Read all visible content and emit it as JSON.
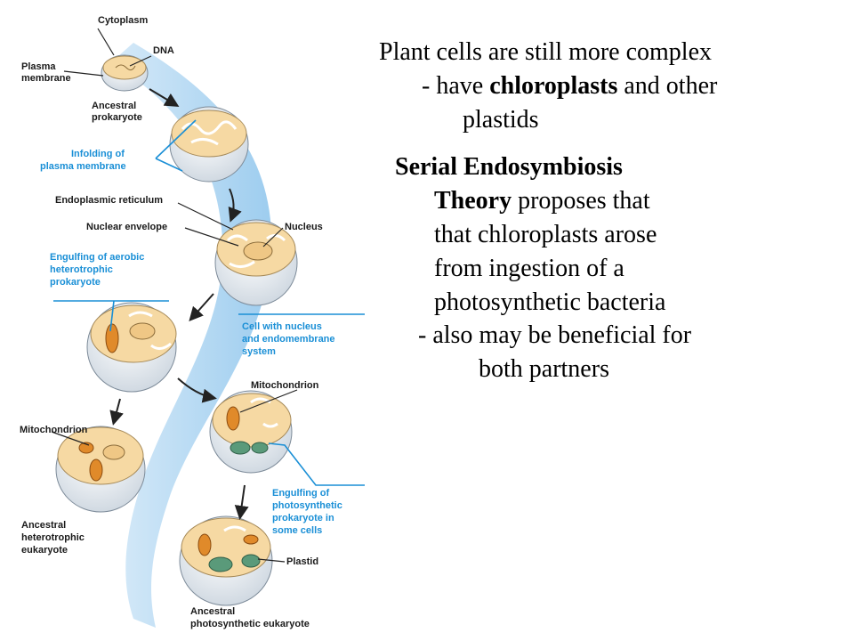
{
  "figure": {
    "labels": {
      "cytoplasm": "Cytoplasm",
      "dna": "DNA",
      "plasma": "Plasma",
      "membrane": "membrane",
      "ancestral": "Ancestral",
      "prokaryote": "prokaryote",
      "infolding_1": "Infolding of",
      "infolding_2": "plasma membrane",
      "er": "Endoplasmic reticulum",
      "nuclear_envelope": "Nuclear envelope",
      "nucleus": "Nucleus",
      "engulf_aer_1": "Engulfing of aerobic",
      "engulf_aer_2": "heterotrophic",
      "engulf_aer_3": "prokaryote",
      "cell_nuc_1": "Cell with nucleus",
      "cell_nuc_2": "and endomembrane",
      "cell_nuc_3": "system",
      "mito_right": "Mitochondrion",
      "mito_left": "Mitochondrion",
      "engulf_photo_1": "Engulfing of",
      "engulf_photo_2": "photosynthetic",
      "engulf_photo_3": "prokaryote in",
      "engulf_photo_4": "some cells",
      "anc_het_1": "Ancestral",
      "anc_het_2": "heterotrophic",
      "anc_het_3": "eukaryote",
      "plastid": "Plastid",
      "anc_photo_1": "Ancestral",
      "anc_photo_2": "photosynthetic eukaryote"
    }
  },
  "text": {
    "p1_line1": "Plant cells are still more complex",
    "p1_line2_pre": "- have ",
    "p1_line2_bold": "chloroplasts",
    "p1_line2_post": " and other",
    "p1_line3": "plastids",
    "p2_line1": "Serial Endosymbiosis",
    "p2_line2_bold": "Theory",
    "p2_line2_post": " proposes that",
    "p2_line3": "that chloroplasts arose",
    "p2_line4": "from ingestion of a",
    "p2_line5": "photosynthetic bacteria",
    "p2_line6": "- also may be beneficial for",
    "p2_line7": "both partners"
  }
}
